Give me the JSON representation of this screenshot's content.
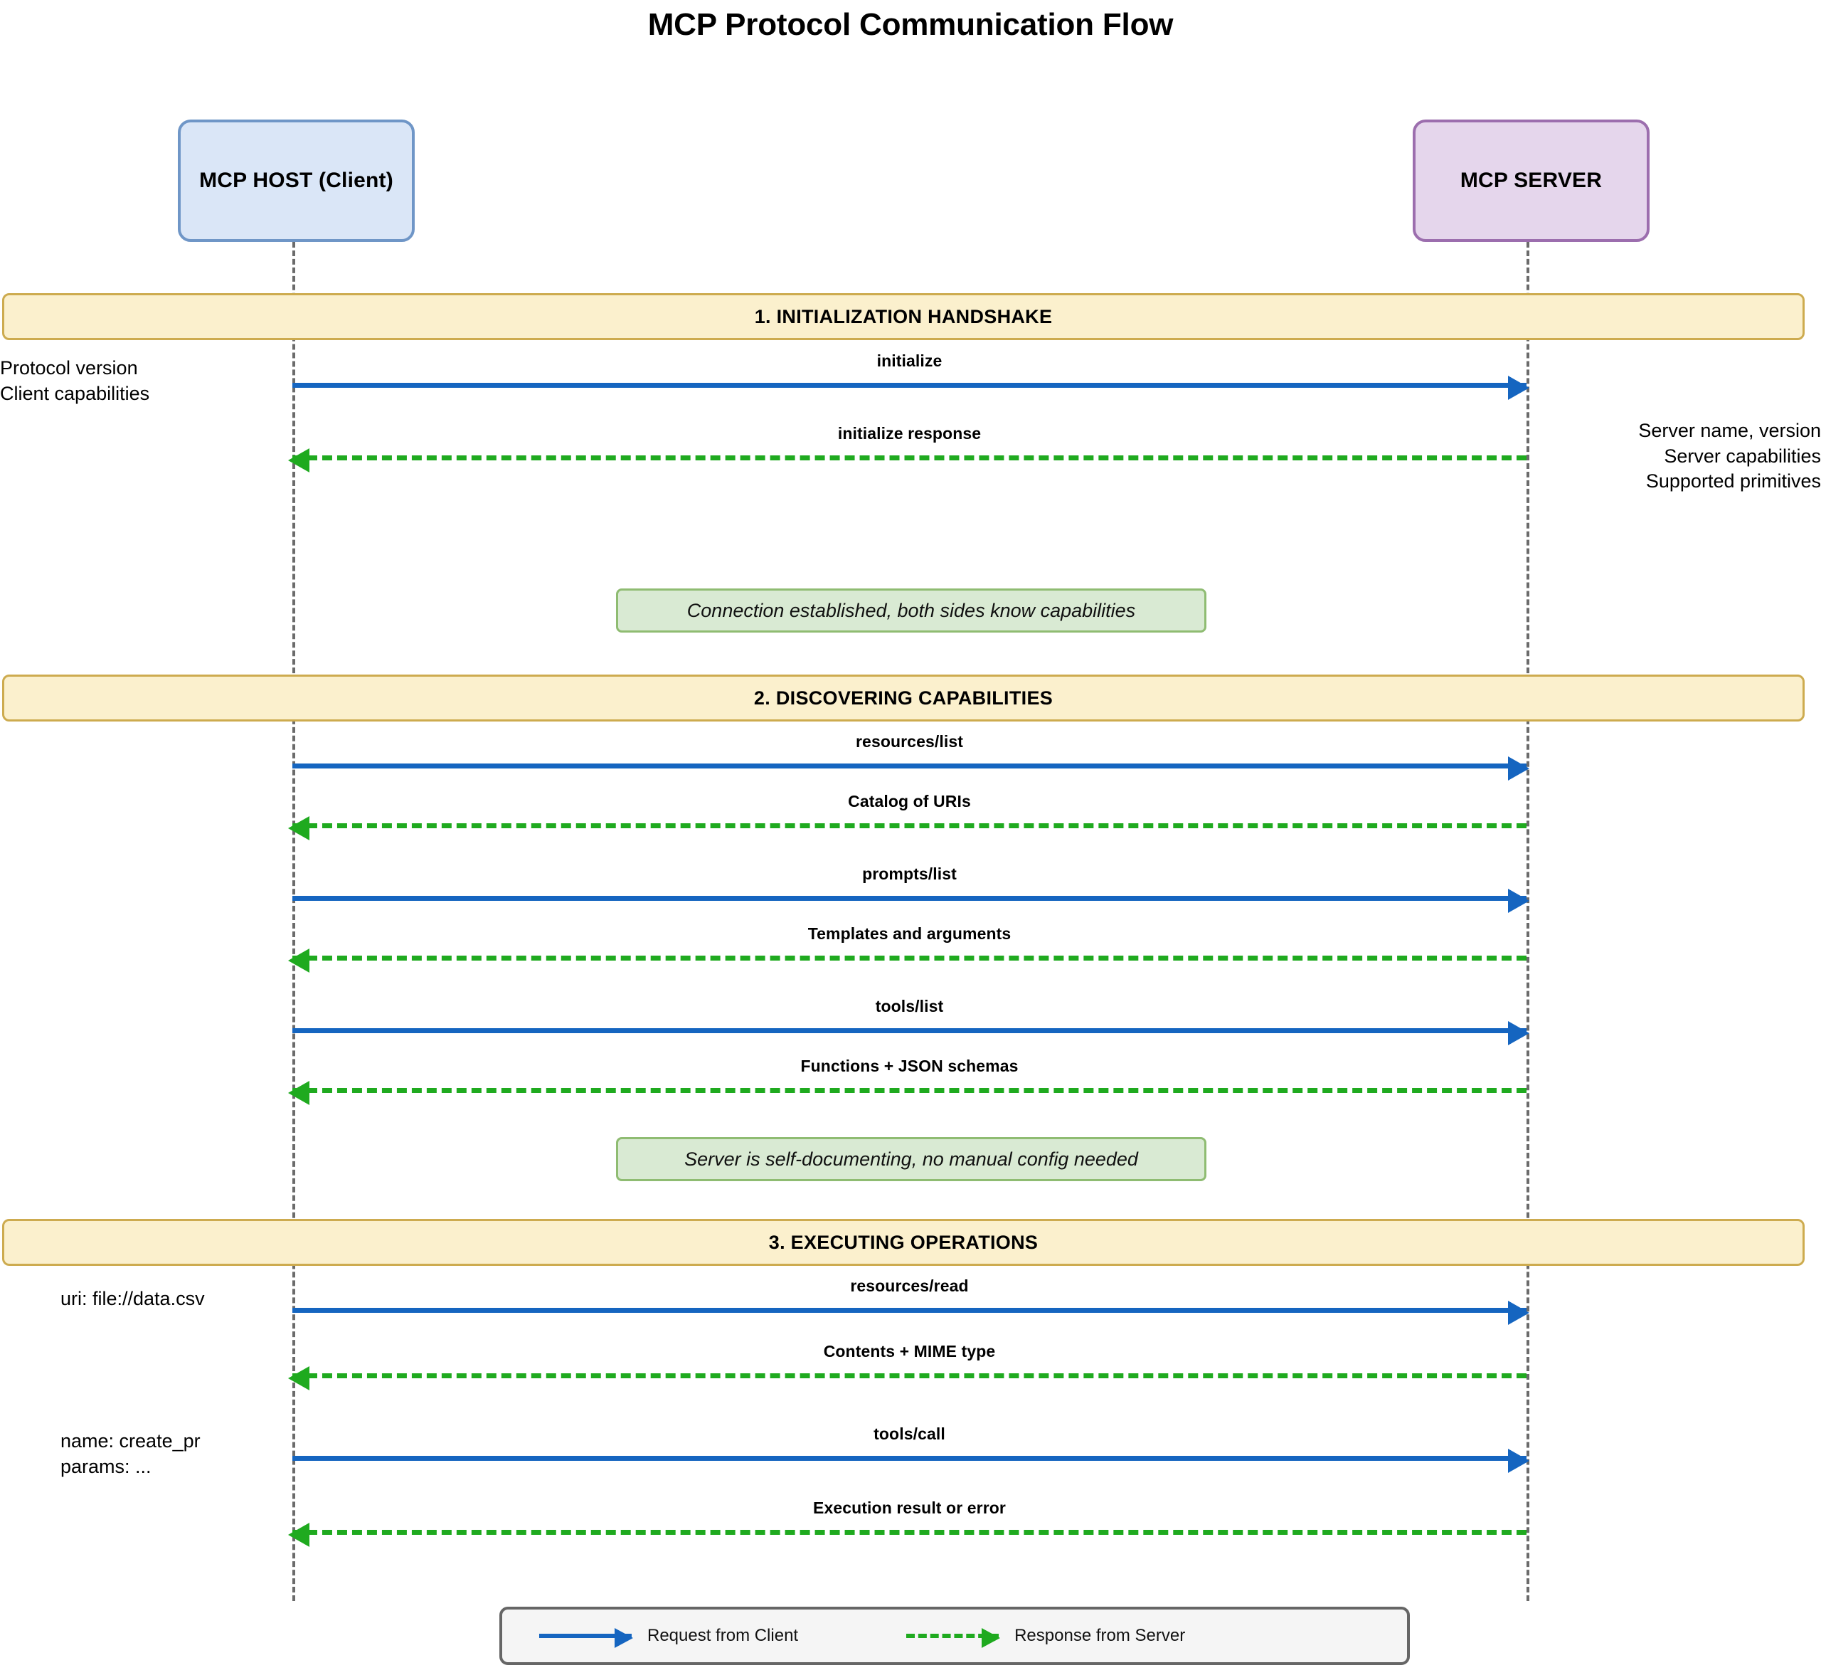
{
  "title": "MCP Protocol Communication Flow",
  "participants": [
    {
      "id": "host",
      "label": "MCP HOST\n(Client)",
      "fill": "#dae6f7",
      "stroke": "#6f96c7"
    },
    {
      "id": "server",
      "label": "MCP SERVER",
      "fill": "#e5d6ec",
      "stroke": "#9c6eae"
    }
  ],
  "colors": {
    "request": "#1565c0",
    "response": "#1faa1f",
    "banner_fill": "#fbf0cd",
    "banner_stroke": "#cdab4f",
    "note_fill": "#d9ead3",
    "note_stroke": "#8fbc72",
    "legend_fill": "#f5f5f5",
    "legend_stroke": "#666666",
    "lifeline": "#6b6b6b"
  },
  "sections": [
    {
      "id": "s1",
      "label": "1. INITIALIZATION HANDSHAKE"
    },
    {
      "id": "s2",
      "label": "2. DISCOVERING CAPABILITIES"
    },
    {
      "id": "s3",
      "label": "3. EXECUTING OPERATIONS"
    }
  ],
  "messages": [
    {
      "id": "m1",
      "label": "initialize",
      "direction": "request"
    },
    {
      "id": "m2",
      "label": "initialize response",
      "direction": "response"
    },
    {
      "id": "m3",
      "label": "resources/list",
      "direction": "request"
    },
    {
      "id": "m4",
      "label": "Catalog of URIs",
      "direction": "response"
    },
    {
      "id": "m5",
      "label": "prompts/list",
      "direction": "request"
    },
    {
      "id": "m6",
      "label": "Templates and arguments",
      "direction": "response"
    },
    {
      "id": "m7",
      "label": "tools/list",
      "direction": "request"
    },
    {
      "id": "m8",
      "label": "Functions + JSON schemas",
      "direction": "response"
    },
    {
      "id": "m9",
      "label": "resources/read",
      "direction": "request"
    },
    {
      "id": "m10",
      "label": "Contents + MIME type",
      "direction": "response"
    },
    {
      "id": "m11",
      "label": "tools/call",
      "direction": "request"
    },
    {
      "id": "m12",
      "label": "Execution result or error",
      "direction": "response"
    }
  ],
  "annotations": {
    "client_init": "Protocol version\nClient capabilities",
    "server_init": "Server name, version\nServer capabilities\nSupported primitives",
    "resources_read": "uri: file://data.csv",
    "tools_call": "name: create_pr\nparams: ..."
  },
  "notes": [
    {
      "id": "n1",
      "text": "Connection established, both sides know capabilities"
    },
    {
      "id": "n2",
      "text": "Server is self-documenting, no manual config needed"
    }
  ],
  "legend": {
    "request_label": "Request from Client",
    "response_label": "Response from Server"
  }
}
